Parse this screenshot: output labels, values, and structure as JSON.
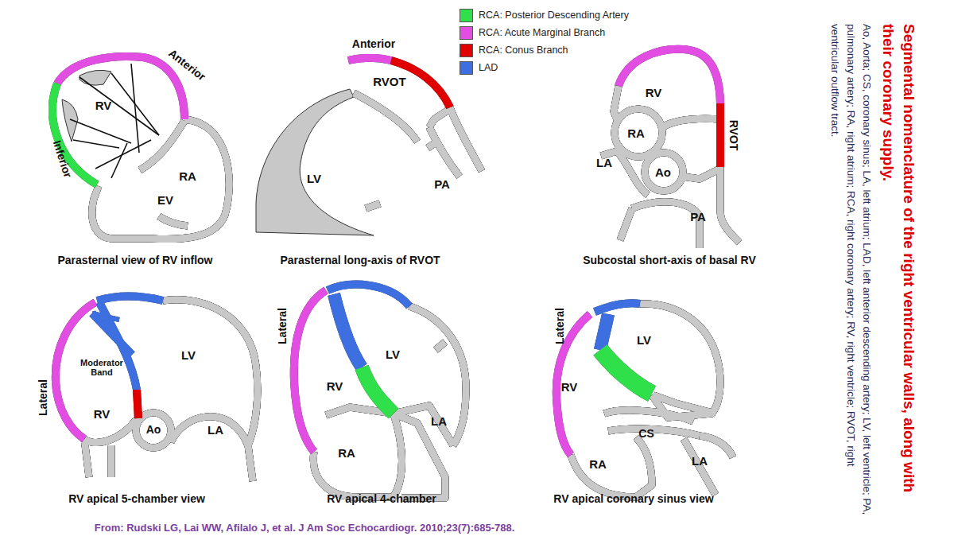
{
  "diagram": {
    "title": "Segmental nomenclature of the right ventricular walls, along with their coronary supply.",
    "caption": "Ao, Aorta; CS, coronary sinus; LA, left atrium; LAD, left anterior descending artery; LV, left ventricle; PA, pulmonary artery; RA, right atrium; RCA, right coronary artery; RV, right ventricle; RVOT, right ventricular outflow tract.",
    "labels": [
      "Anterior",
      "RV",
      "Inferior",
      "RA",
      "EV",
      "Parasternal view of RV inflow",
      "Anterior",
      "RVOT",
      "LV",
      "PA",
      "Parasternal long-axis of RVOT",
      "RV",
      "RA",
      "RVOT",
      "LA",
      "Ao",
      "PA",
      "Subcostal short-axis of basal RV",
      "LV",
      "Moderator Band",
      "Lateral",
      "RV",
      "Ao",
      "LA",
      "RV apical 5-chamber view",
      "Lateral",
      "LV",
      "RV",
      "RA",
      "LA",
      "RV apical 4-chamber",
      "LV",
      "Lateral",
      "RV",
      "CS",
      "RA",
      "LA",
      "RV apical coronary sinus view",
      "From: Rudski LG, Lai WW, Afilalo J, et al. J Am Soc Echocardiogr. 2010;23(7):685-788."
    ],
    "legend": [
      {
        "text": "RCA: Posterior Descending Artery",
        "color": "#2fe04b"
      },
      {
        "text": "RCA: Acute Marginal Branch",
        "color": "#e24de2"
      },
      {
        "text": "RCA: Conus Branch",
        "color": "#e00000"
      },
      {
        "text": "LAD",
        "color": "#3d6fe0"
      }
    ]
  }
}
